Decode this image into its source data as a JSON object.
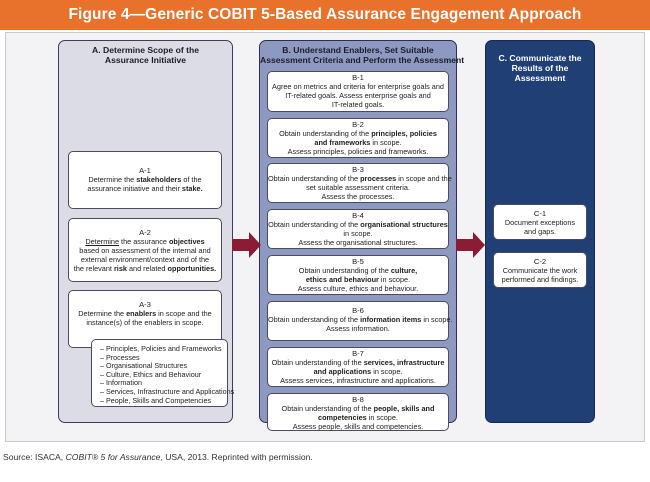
{
  "title": "Figure 4—Generic COBIT 5-Based Assurance Engagement Approach",
  "colors": {
    "title_bar": "#e8722c",
    "col_a": "#dcdce6",
    "col_b": "#8e99c2",
    "col_c": "#1f3f75",
    "arrow": "#8a1c36"
  },
  "columns": {
    "a": {
      "heading_1": "A. Determine Scope of the",
      "heading_2": "Assurance Initiative"
    },
    "b": {
      "heading_1": "B. Understand Enablers, Set Suitable",
      "heading_2": "Assessment Criteria and Perform the Assessment"
    },
    "c": {
      "heading_1": "C. Communicate the",
      "heading_2": "Results of the",
      "heading_3": "Assessment"
    }
  },
  "a_boxes": {
    "a1": {
      "code": "A-1",
      "l1_a": "Determine the ",
      "l1_b": "stakeholders",
      "l1_c": " of the",
      "l2_a": "assurance initiative and their ",
      "l2_b": "stake."
    },
    "a2": {
      "code": "A-2",
      "l1_a": "Determine",
      "l1_b": " the assurance ",
      "l1_c": "objectives",
      "l2": "based on assessment of the internal and",
      "l3": "external environment/context and of the",
      "l4_a": "the relevant ",
      "l4_b": "risk",
      "l4_c": " and related ",
      "l4_d": "opportunities."
    },
    "a3": {
      "code": "A-3",
      "l1_a": "Determine the ",
      "l1_b": "enablers",
      "l1_c": " in scope and the",
      "l2": "instance(s) of the enablers in scope."
    }
  },
  "enabler_list": [
    "– Principles, Policies and Frameworks",
    "– Processes",
    "– Organisational Structures",
    "– Culture, Ethics and Behaviour",
    "– Information",
    "– Services, Infrastructure and Applications",
    "– People, Skills and Competencies"
  ],
  "b_boxes": {
    "b1": {
      "code": "B-1",
      "l1": "Agree on metrics and criteria for enterprise goals and",
      "l2": "IT-related goals. Assess enterprise goals and",
      "l3": "IT-related goals."
    },
    "b2": {
      "code": "B-2",
      "l1_a": "Obtain understanding of the ",
      "l1_b": "principles, policies",
      "l2_a": "and frameworks",
      "l2_b": " in scope.",
      "l3": "Assess principles, policies and frameworks."
    },
    "b3": {
      "code": "B-3",
      "l1_a": "Obtain understanding of the ",
      "l1_b": "processes",
      "l1_c": " in scope and the",
      "l2": "set suitable assessment criteria.",
      "l3": "Assess the processes."
    },
    "b4": {
      "code": "B-4",
      "l1_a": "Obtain understanding of the ",
      "l1_b": "organisational structures",
      "l2": "in scope.",
      "l3": "Assess the organisational structures."
    },
    "b5": {
      "code": "B-5",
      "l1_a": "Obtain understanding of the ",
      "l1_b": "culture,",
      "l2_a": "ethics and behaviour",
      "l2_b": " in scope.",
      "l3": "Assess culture, ethics and behaviour."
    },
    "b6": {
      "code": "B-6",
      "l1_a": "Obtain understanding of the ",
      "l1_b": "information items",
      "l1_c": " in scope.",
      "l2": "Assess information."
    },
    "b7": {
      "code": "B-7",
      "l1_a": "Obtain understanding of the ",
      "l1_b": "services, infrastructure",
      "l2_a": "and applications",
      "l2_b": " in scope.",
      "l3": "Assess services, infrastructure and applications."
    },
    "b8": {
      "code": "B-8",
      "l1_a": "Obtain understanding of the ",
      "l1_b": "people, skills and",
      "l2_a": "competencies",
      "l2_b": " in scope.",
      "l3": "Assess people, skills and competencies."
    }
  },
  "c_boxes": {
    "c1": {
      "code": "C-1",
      "l1": "Document exceptions",
      "l2": "and gaps."
    },
    "c2": {
      "code": "C-2",
      "l1": "Communicate the work",
      "l2": "performed and findings."
    }
  },
  "source": {
    "prefix": "Source:  ISACA, ",
    "title": "COBIT® 5 for Assurance",
    "suffix": ", USA, 2013. Reprinted with permission."
  }
}
